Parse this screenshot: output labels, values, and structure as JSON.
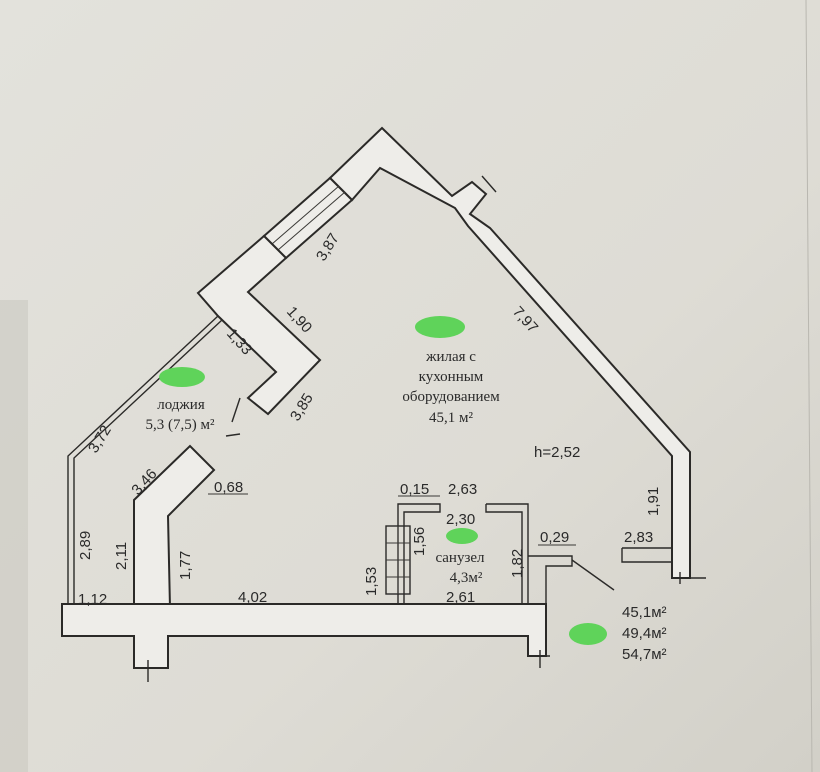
{
  "rooms": {
    "living": {
      "line1": "жилая с",
      "line2": "кухонным",
      "line3": "оборудованием",
      "area": "45,1 м²"
    },
    "loggia": {
      "name": "лоджия",
      "area": "5,3 (7,5) м²"
    },
    "bathroom": {
      "name": "санузел",
      "area": "4,3м²"
    }
  },
  "height": "h=2,52",
  "totals": [
    "45,1м²",
    "49,4м²",
    "54,7м²"
  ],
  "dimensions": {
    "d387": "3,87",
    "d797": "7,97",
    "d190": "1,90",
    "d133": "1,33",
    "d385": "3,85",
    "d372": "3,72",
    "d346": "3,46",
    "d068": "0,68",
    "d289": "2,89",
    "d211": "2,11",
    "d177": "1,77",
    "d112": "1,12",
    "d402": "4,02",
    "d015": "0,15",
    "d263": "2,63",
    "d230": "2,30",
    "d156": "1,56",
    "d153": "1,53",
    "d261": "2,61",
    "d182": "1,82",
    "d029": "0,29",
    "d283": "2,83",
    "d191": "1,91"
  },
  "colors": {
    "marker": "#5fd35a",
    "wall_fill": "#eeede9",
    "line": "#2b2a28"
  }
}
